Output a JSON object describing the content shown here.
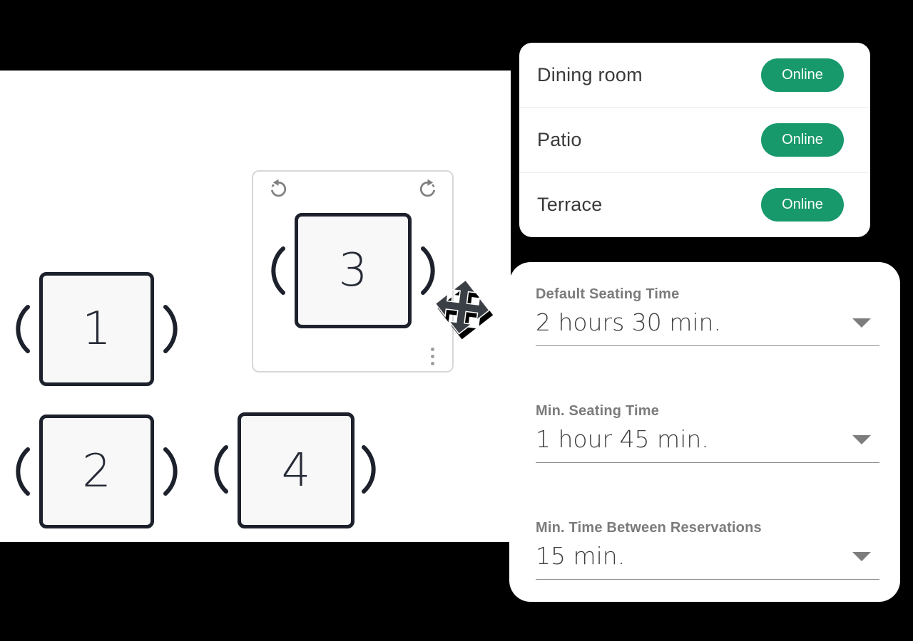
{
  "floor_plan": {
    "tables": [
      {
        "number": "1",
        "selected": false
      },
      {
        "number": "2",
        "selected": false
      },
      {
        "number": "3",
        "selected": true
      },
      {
        "number": "4",
        "selected": false
      }
    ],
    "selected_table": "3"
  },
  "rooms_card": {
    "rows": [
      {
        "name": "Dining room",
        "status": "Online"
      },
      {
        "name": "Patio",
        "status": "Online"
      },
      {
        "name": "Terrace",
        "status": "Online"
      }
    ],
    "status_color": "#17996b",
    "status_text_color": "#ffffff"
  },
  "settings_card": {
    "fields": [
      {
        "label": "Default Seating Time",
        "value": "2 hours 30 min."
      },
      {
        "label": "Min. Seating Time",
        "value": "1 hour 45 min."
      },
      {
        "label": "Min. Time Between Reservations",
        "value": "15 min."
      }
    ]
  },
  "icons": {
    "rotate_ccw": "rotate-counterclockwise ↺",
    "rotate_cw": "rotate-clockwise ↻",
    "drag_dots": "⋮",
    "move_cursor": "✥",
    "dropdown_arrow": "▼"
  },
  "colors": {
    "background": "#000000",
    "canvas": "#ffffff",
    "table_border": "#1c212c",
    "table_fill": "#f8f8f9",
    "selection_border": "#d6d7d8",
    "accent_green": "#17996b"
  }
}
